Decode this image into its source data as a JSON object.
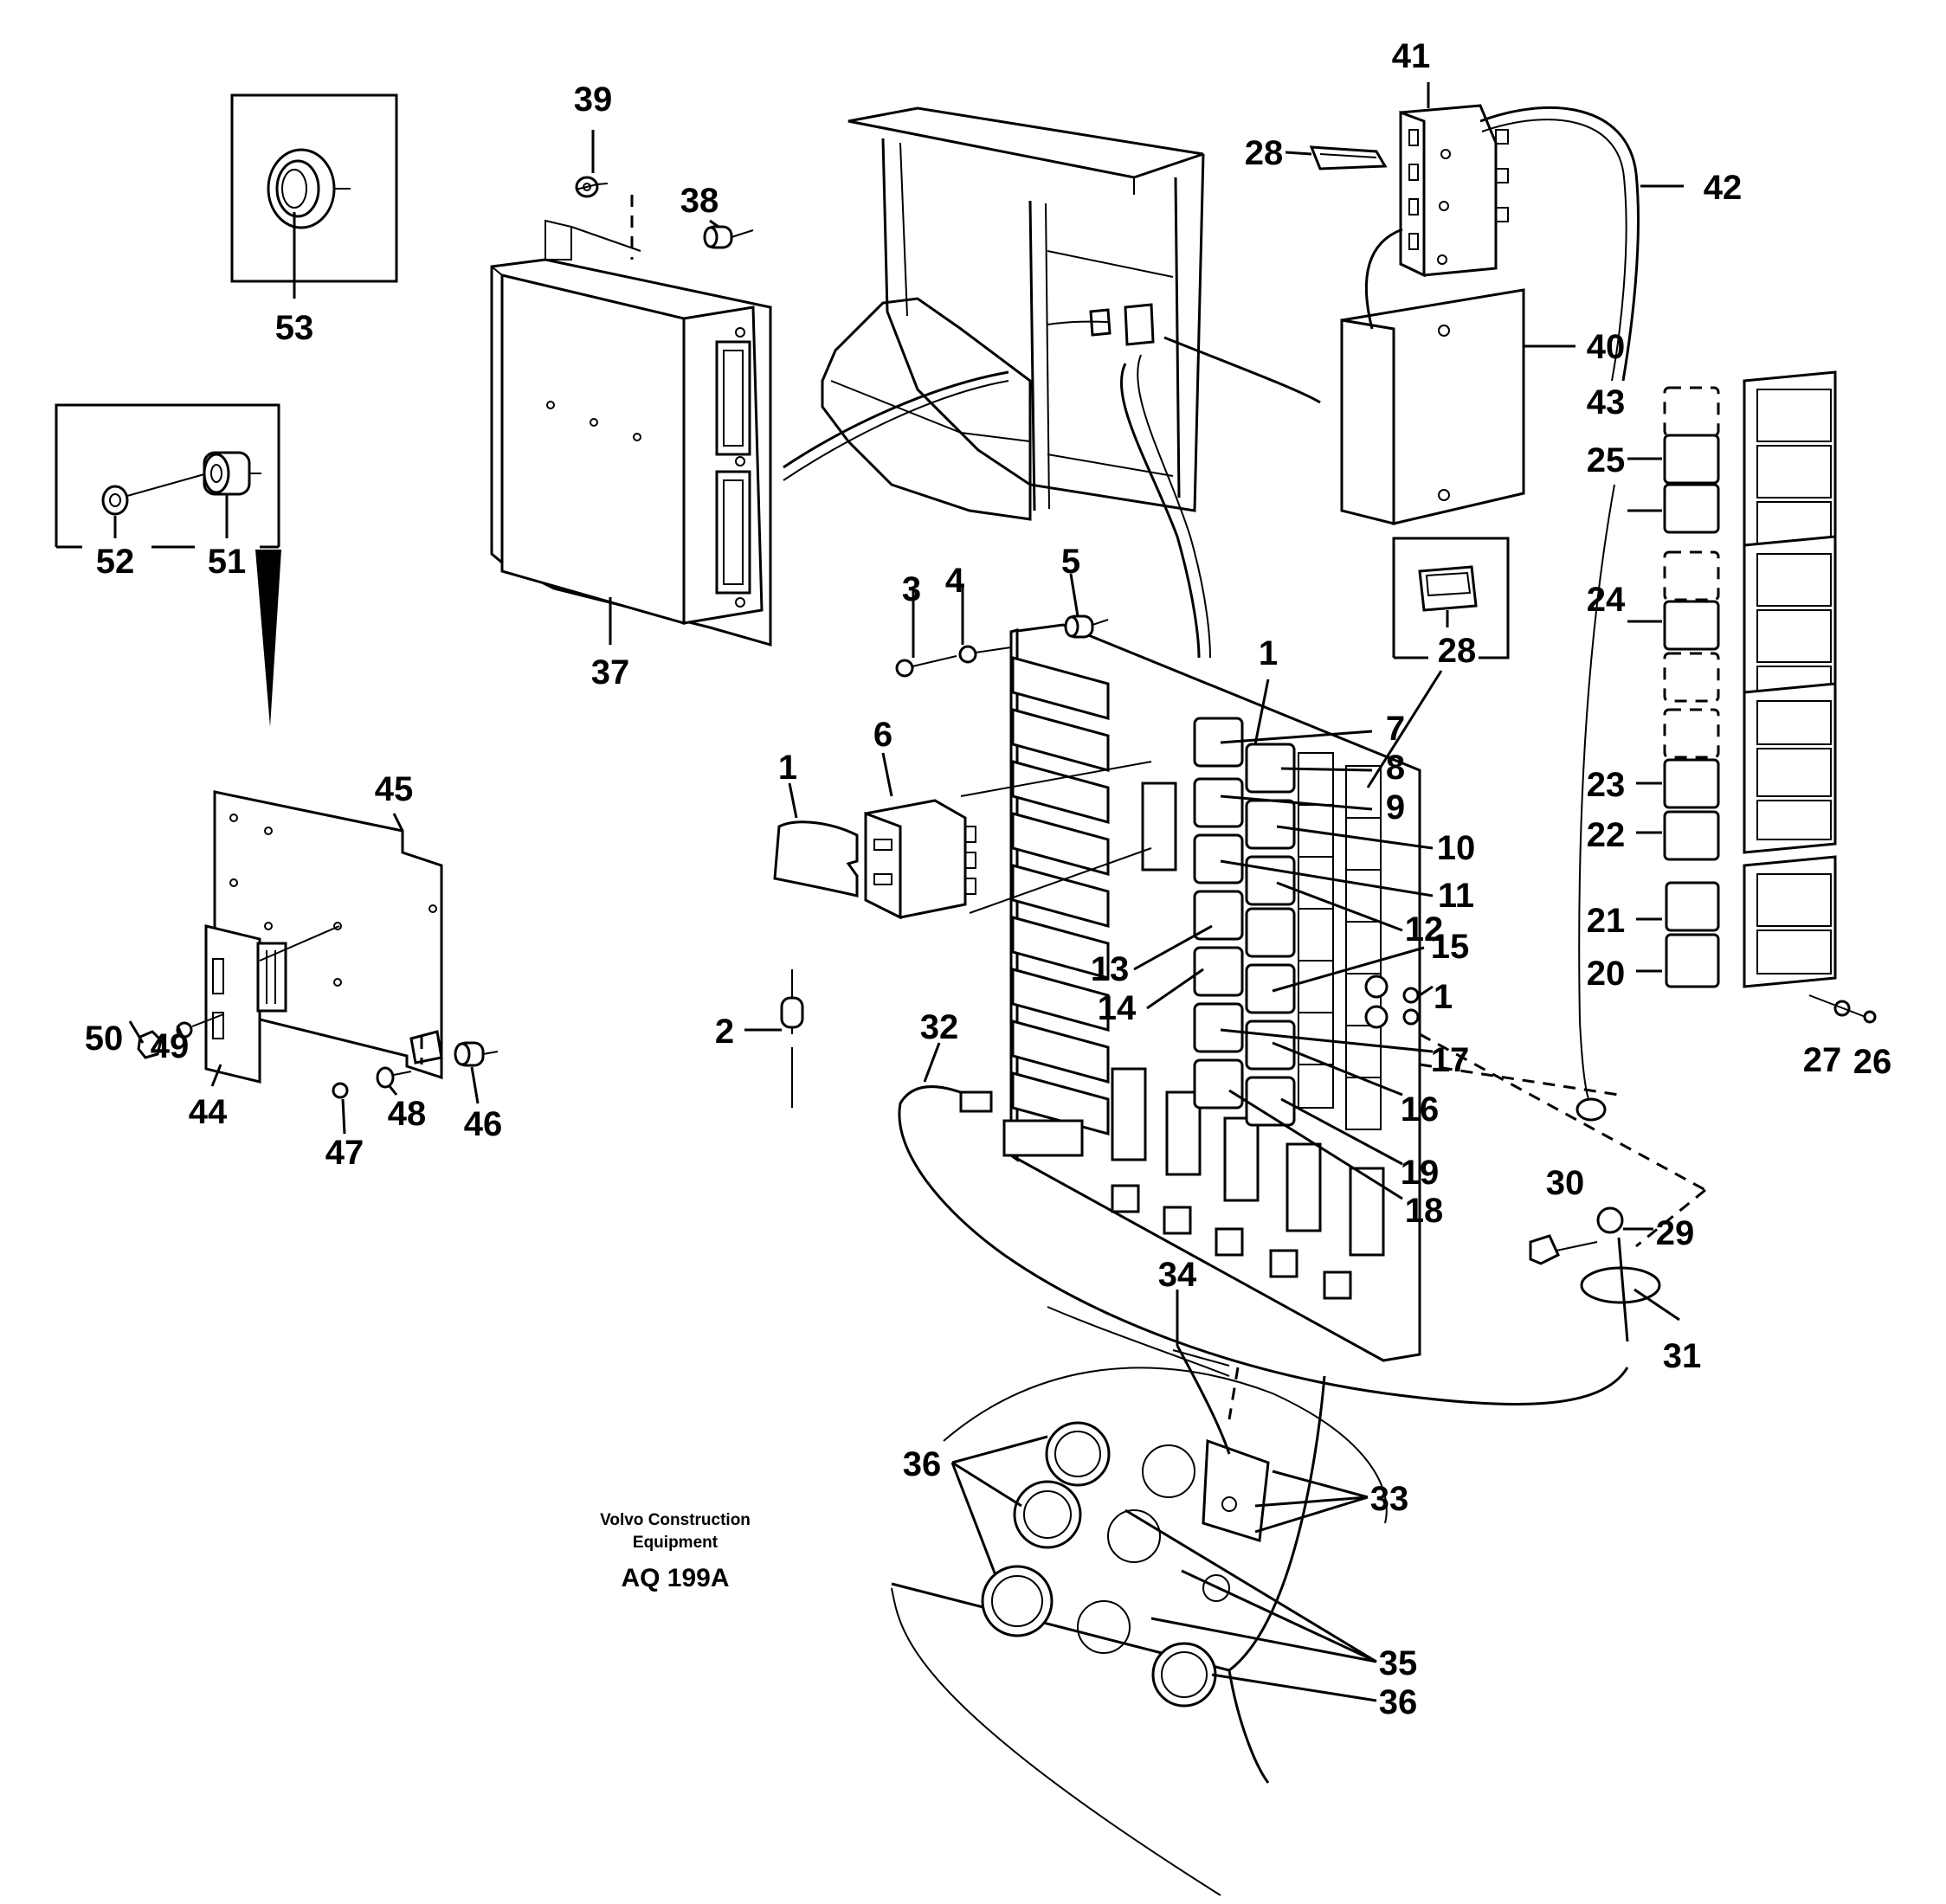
{
  "caption": {
    "company_line1": "Volvo Construction",
    "company_line2": "Equipment",
    "code": "AQ 199A"
  },
  "callouts": {
    "c1a": "1",
    "c1b": "1",
    "c1c": "1",
    "c2": "2",
    "c3": "3",
    "c4": "4",
    "c5": "5",
    "c6": "6",
    "c7": "7",
    "c8": "8",
    "c9": "9",
    "c10": "10",
    "c11": "11",
    "c12": "12",
    "c13": "13",
    "c14": "14",
    "c15": "15",
    "c16": "16",
    "c17": "17",
    "c18": "18",
    "c19": "19",
    "c20": "20",
    "c21": "21",
    "c22": "22",
    "c23": "23",
    "c24": "24",
    "c25": "25",
    "c26": "26",
    "c27": "27",
    "c28a": "28",
    "c28b": "28",
    "c29": "29",
    "c30": "30",
    "c31": "31",
    "c32": "32",
    "c33": "33",
    "c34": "34",
    "c35": "35",
    "c36a": "36",
    "c36b": "36",
    "c37": "37",
    "c38": "38",
    "c39": "39",
    "c40": "40",
    "c41": "41",
    "c42": "42",
    "c43": "43",
    "c44": "44",
    "c45": "45",
    "c46": "46",
    "c47": "47",
    "c48": "48",
    "c49": "49",
    "c50": "50",
    "c51": "51",
    "c52": "52",
    "c53": "53"
  }
}
